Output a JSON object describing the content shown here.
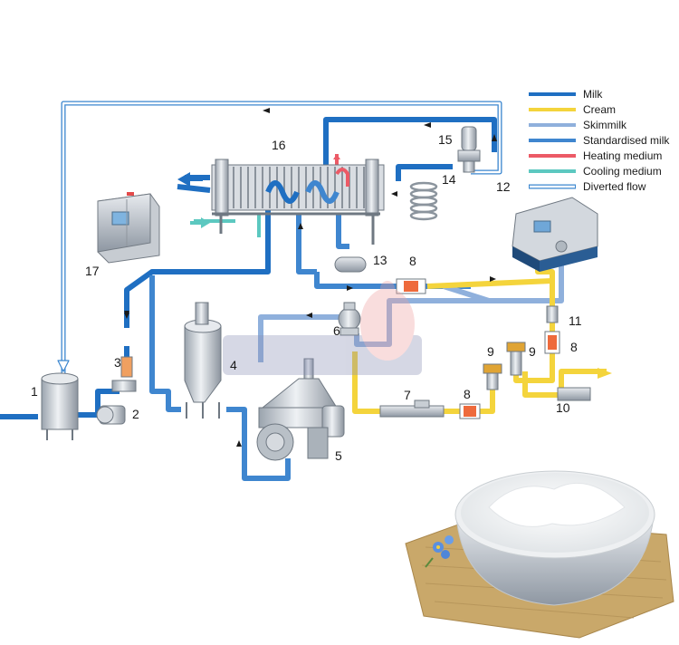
{
  "legend": [
    {
      "key": "milk",
      "label": "Milk",
      "color": "#1f6fc2",
      "style": "solid"
    },
    {
      "key": "cream",
      "label": "Cream",
      "color": "#f4d43c",
      "style": "solid"
    },
    {
      "key": "skimmilk",
      "label": "Skimmilk",
      "color": "#8fb0dc",
      "style": "solid"
    },
    {
      "key": "standardised",
      "label": "Standardised milk",
      "color": "#3f86cf",
      "style": "solid"
    },
    {
      "key": "heating",
      "label": "Heating medium",
      "color": "#ec5a66",
      "style": "solid"
    },
    {
      "key": "cooling",
      "label": "Cooling medium",
      "color": "#5cc8c0",
      "style": "solid"
    },
    {
      "key": "diverted",
      "label": "Diverted flow",
      "color": "#3a86cf",
      "style": "hollow"
    }
  ],
  "components": [
    {
      "id": "1",
      "label": "1",
      "icon": "balance-tank"
    },
    {
      "id": "2",
      "label": "2",
      "icon": "feed-pump"
    },
    {
      "id": "3",
      "label": "3",
      "icon": "flow-controller"
    },
    {
      "id": "4",
      "label": "4",
      "icon": "deaerator"
    },
    {
      "id": "5",
      "label": "5",
      "icon": "separator"
    },
    {
      "id": "6",
      "label": "6",
      "icon": "constant-pressure-valve"
    },
    {
      "id": "7",
      "label": "7",
      "icon": "flow-transmitter"
    },
    {
      "id": "8a",
      "label": "8",
      "icon": "density-transmitter"
    },
    {
      "id": "8b",
      "label": "8",
      "icon": "density-transmitter"
    },
    {
      "id": "8c",
      "label": "8",
      "icon": "density-transmitter"
    },
    {
      "id": "9a",
      "label": "9",
      "icon": "regulating-valve"
    },
    {
      "id": "9b",
      "label": "9",
      "icon": "regulating-valve"
    },
    {
      "id": "10",
      "label": "10",
      "icon": "shut-off-valve"
    },
    {
      "id": "11",
      "label": "11",
      "icon": "check-valve"
    },
    {
      "id": "12",
      "label": "12",
      "icon": "homogenizer"
    },
    {
      "id": "13",
      "label": "13",
      "icon": "booster-pump"
    },
    {
      "id": "14",
      "label": "14",
      "icon": "holding-tube"
    },
    {
      "id": "15",
      "label": "15",
      "icon": "flow-diversion-valve"
    },
    {
      "id": "16",
      "label": "16",
      "icon": "plate-heat-exchanger"
    },
    {
      "id": "17",
      "label": "17",
      "icon": "control-panel"
    }
  ],
  "illustration": {
    "icon": "bowl-of-yogurt-icon"
  },
  "watermark": {
    "icon": "watermark-logo-icon"
  }
}
